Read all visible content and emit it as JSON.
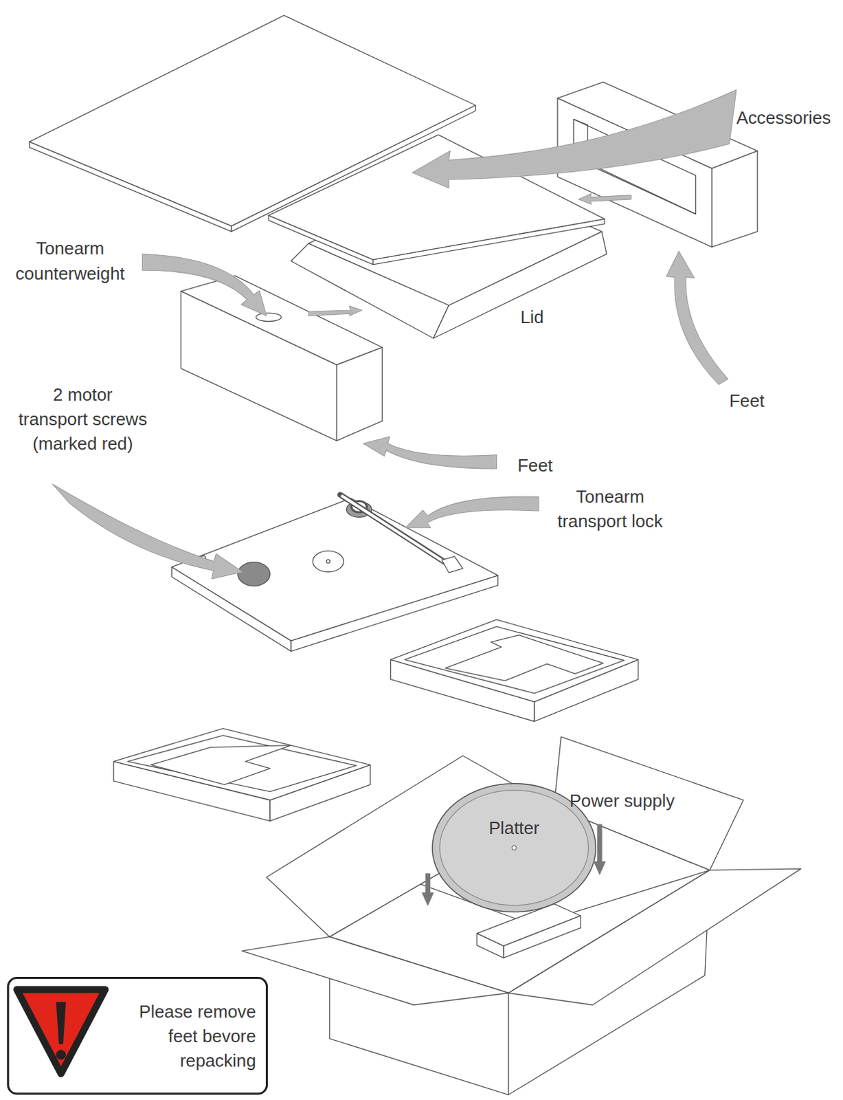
{
  "diagram": {
    "nodes": [
      {
        "text": [
          "Platter"
        ]
      },
      {
        "text": [
          "Please remove feet bevore repacking"
        ]
      }
    ],
    "labels": [
      "Accessories",
      "Tonearm counterweight",
      "Lid",
      "2 motor transport screws (marked red)",
      "Feet",
      "Feet",
      "Tonearm transport lock",
      "Power supply"
    ]
  }
}
